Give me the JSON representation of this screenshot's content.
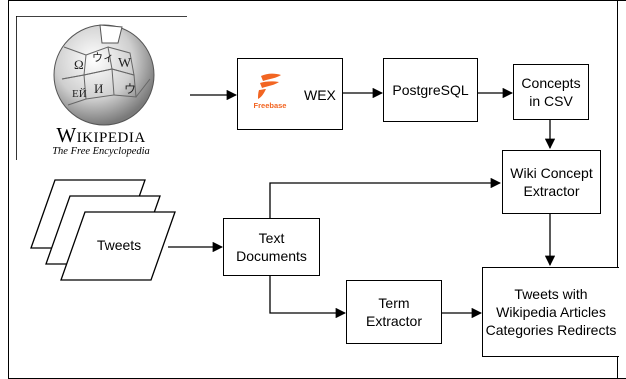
{
  "wikipedia": {
    "wordmark": "Wikipedia",
    "tagline": "The Free Encyclopedia"
  },
  "freebase": {
    "logo_text": "Freebase",
    "brand_color": "#f26522"
  },
  "nodes": {
    "wex": "WEX",
    "postgresql": "PostgreSQL",
    "concepts_csv": "Concepts\nin CSV",
    "wiki_concept_extractor": "Wiki Concept\nExtractor",
    "tweets": "Tweets",
    "text_documents": "Text\nDocuments",
    "term_extractor": "Term\nExtractor",
    "output": "Tweets with\nWikipedia Articles\nCategories Redirects"
  },
  "edges": [
    {
      "from": "wikipedia",
      "to": "wex"
    },
    {
      "from": "wex",
      "to": "postgresql"
    },
    {
      "from": "postgresql",
      "to": "concepts_csv"
    },
    {
      "from": "concepts_csv",
      "to": "wiki_concept_extractor"
    },
    {
      "from": "tweets",
      "to": "text_documents"
    },
    {
      "from": "text_documents",
      "to": "wiki_concept_extractor"
    },
    {
      "from": "text_documents",
      "to": "term_extractor"
    },
    {
      "from": "term_extractor",
      "to": "output"
    },
    {
      "from": "wiki_concept_extractor",
      "to": "output"
    }
  ]
}
